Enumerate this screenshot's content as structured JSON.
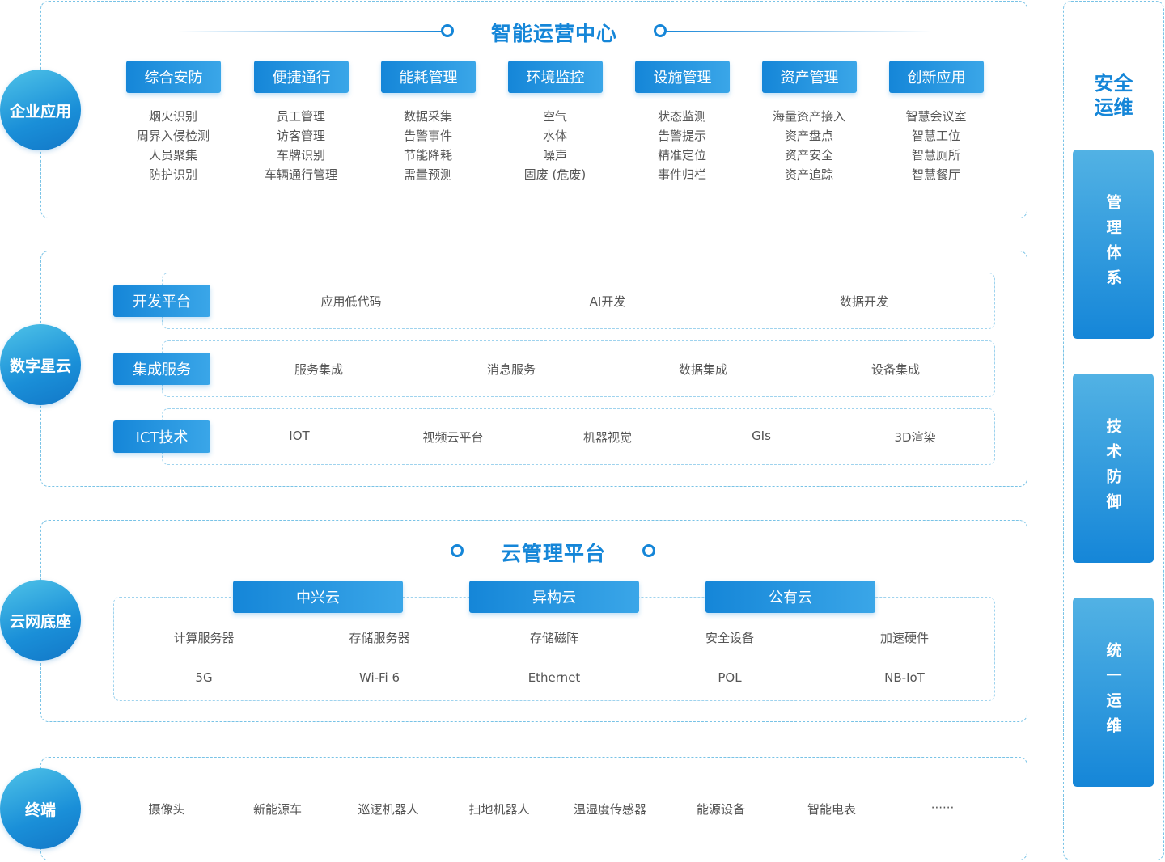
{
  "layers": {
    "enterprise": "企业应用",
    "digital": "数字星云",
    "cloud_base": "云网底座",
    "terminal": "终端"
  },
  "ops_center": {
    "title": "智能运营中心",
    "categories": [
      {
        "label": "综合安防",
        "items": [
          "烟火识别",
          "周界入侵检测",
          "人员聚集",
          "防护识别"
        ]
      },
      {
        "label": "便捷通行",
        "items": [
          "员工管理",
          "访客管理",
          "车牌识别",
          "车辆通行管理"
        ]
      },
      {
        "label": "能耗管理",
        "items": [
          "数据采集",
          "告警事件",
          "节能降耗",
          "需量预测"
        ]
      },
      {
        "label": "环境监控",
        "items": [
          "空气",
          "水体",
          "噪声",
          "固废 (危废)"
        ]
      },
      {
        "label": "设施管理",
        "items": [
          "状态监测",
          "告警提示",
          "精准定位",
          "事件归栏"
        ]
      },
      {
        "label": "资产管理",
        "items": [
          "海量资产接入",
          "资产盘点",
          "资产安全",
          "资产追踪"
        ]
      },
      {
        "label": "创新应用",
        "items": [
          "智慧会议室",
          "智慧工位",
          "智慧厕所",
          "智慧餐厅"
        ]
      }
    ]
  },
  "digital_cloud": {
    "rows": [
      {
        "label": "开发平台",
        "items": [
          "应用低代码",
          "AI开发",
          "数据开发"
        ]
      },
      {
        "label": "集成服务",
        "items": [
          "服务集成",
          "消息服务",
          "数据集成",
          "设备集成"
        ]
      },
      {
        "label": "ICT技术",
        "items": [
          "IOT",
          "视频云平台",
          "机器视觉",
          "GIs",
          "3D渲染"
        ]
      }
    ]
  },
  "cloud_platform": {
    "title": "云管理平台",
    "clouds": [
      "中兴云",
      "异构云",
      "公有云"
    ],
    "row1": [
      "计算服务器",
      "存储服务器",
      "存储磁阵",
      "安全设备",
      "加速硬件"
    ],
    "row2": [
      "5G",
      "Wi-Fi 6",
      "Ethernet",
      "POL",
      "NB-IoT"
    ]
  },
  "terminals": [
    "摄像头",
    "新能源车",
    "巡逻机器人",
    "扫地机器人",
    "温湿度传感器",
    "能源设备",
    "智能电表",
    "······"
  ],
  "security_ops": {
    "title_line1": "安全",
    "title_line2": "运维",
    "blocks": [
      "管理体系",
      "技术防御",
      "统一运维"
    ]
  },
  "colors": {
    "accent": "#1586d8",
    "accent_light": "#4fc3e8",
    "border": "#79c3e6"
  }
}
